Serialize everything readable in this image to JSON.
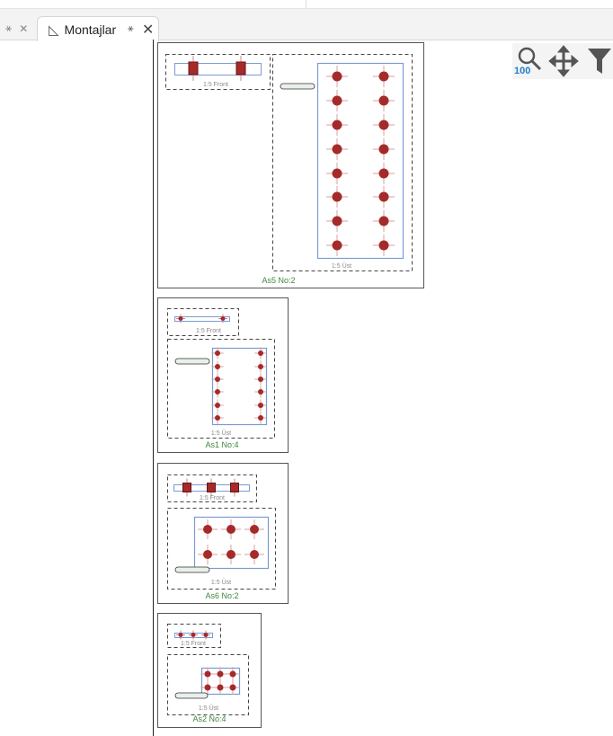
{
  "tabs": [
    {
      "label": "",
      "pinned": true
    },
    {
      "label": "Montajlar",
      "active": true,
      "icon": "ruler-triangle-icon"
    }
  ],
  "toolbar": {
    "zoom_level": "100",
    "icons": [
      "zoom-icon",
      "pan-icon",
      "filter-icon"
    ]
  },
  "assemblies": [
    {
      "title": "As5 No:2",
      "front_label": "1:5 Front",
      "top_label": "1:5 Üst"
    },
    {
      "title": "As1 No:4",
      "front_label": "1:5 Front",
      "top_label": "1:5 Üst"
    },
    {
      "title": "As6 No:2",
      "front_label": "1:5 Front",
      "top_label": "1:5 Üst"
    },
    {
      "title": "As2 No:4",
      "front_label": "1:5 Front",
      "top_label": "1:5 Üst"
    }
  ],
  "colors": {
    "part": "#a52a2a",
    "plate": "#7a9bd4",
    "title": "#3d8a3d"
  }
}
